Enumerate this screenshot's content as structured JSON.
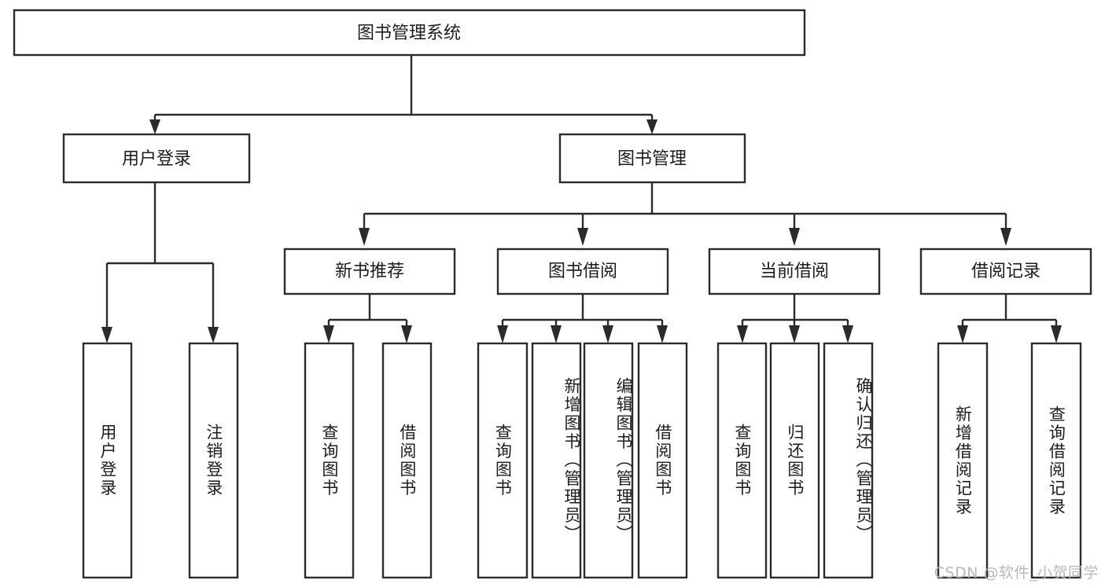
{
  "diagram": {
    "title": "图书管理系统",
    "type": "tree-hierarchy-chart",
    "watermark": "CSDN @软件_小贺同学",
    "colors": {
      "stroke": "#2b2b2b",
      "box_fill": "#ffffff",
      "text": "#1c1c1c",
      "background": "#ffffff",
      "watermark_text": "#b9b9b9"
    },
    "root": {
      "id": "root",
      "label": "图书管理系统",
      "orientation": "horizontal"
    },
    "level2": [
      {
        "id": "user-login",
        "label": "用户登录",
        "orientation": "horizontal"
      },
      {
        "id": "book-management",
        "label": "图书管理",
        "orientation": "horizontal"
      }
    ],
    "level3": [
      {
        "id": "new-book-recommend",
        "label": "新书推荐",
        "orientation": "horizontal",
        "parent": "book-management"
      },
      {
        "id": "book-borrow",
        "label": "图书借阅",
        "orientation": "horizontal",
        "parent": "book-management"
      },
      {
        "id": "current-borrow",
        "label": "当前借阅",
        "orientation": "horizontal",
        "parent": "book-management"
      },
      {
        "id": "borrow-record",
        "label": "借阅记录",
        "orientation": "horizontal",
        "parent": "book-management"
      }
    ],
    "leaves": [
      {
        "id": "leaf-user-login",
        "label": "用户登录",
        "orientation": "vertical",
        "parent": "user-login"
      },
      {
        "id": "leaf-user-logout",
        "label": "注销登录",
        "orientation": "vertical",
        "parent": "user-login"
      },
      {
        "id": "leaf-query-book-1",
        "label": "查询图书",
        "orientation": "vertical",
        "parent": "new-book-recommend"
      },
      {
        "id": "leaf-borrow-book-1",
        "label": "借阅图书",
        "orientation": "vertical",
        "parent": "new-book-recommend"
      },
      {
        "id": "leaf-query-book-2",
        "label": "查询图书",
        "orientation": "vertical",
        "parent": "book-borrow"
      },
      {
        "id": "leaf-add-book",
        "label": "新增图书（管理员）",
        "orientation": "vertical",
        "parent": "book-borrow"
      },
      {
        "id": "leaf-edit-book",
        "label": "编辑图书（管理员）",
        "orientation": "vertical",
        "parent": "book-borrow"
      },
      {
        "id": "leaf-borrow-book-2",
        "label": "借阅图书",
        "orientation": "vertical",
        "parent": "book-borrow"
      },
      {
        "id": "leaf-query-book-3",
        "label": "查询图书",
        "orientation": "vertical",
        "parent": "current-borrow"
      },
      {
        "id": "leaf-return-book",
        "label": "归还图书",
        "orientation": "vertical",
        "parent": "current-borrow"
      },
      {
        "id": "leaf-confirm-return",
        "label": "确认归还（管理员）",
        "orientation": "vertical",
        "parent": "current-borrow"
      },
      {
        "id": "leaf-add-record",
        "label": "新增借阅记录",
        "orientation": "vertical",
        "parent": "borrow-record"
      },
      {
        "id": "leaf-query-record",
        "label": "查询借阅记录",
        "orientation": "vertical",
        "parent": "borrow-record"
      }
    ]
  }
}
